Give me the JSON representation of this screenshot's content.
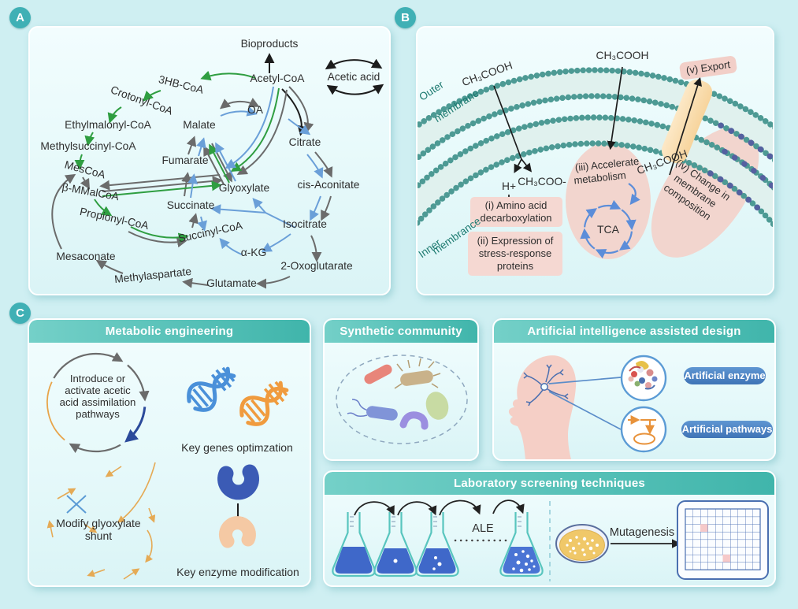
{
  "badges": {
    "a": "A",
    "b": "B",
    "c": "C"
  },
  "panel_a": {
    "nodes": {
      "bioproducts": "Bioproducts",
      "acetyl_coa": "Acetyl-CoA",
      "acetic_acid": "Acetic acid",
      "hb_coa": "3HB-CoA",
      "crotonyl_coa": "Crotonyl-CoA",
      "ethylmalonyl_coa": "Ethylmalonyl-CoA",
      "methylsuccinyl_coa": "Methylsuccinyl-CoA",
      "mescoa": "MesCoA",
      "b_mmalcoa": "β-MMalCoA",
      "propionyl_coa": "Propionyl-CoA",
      "mesaconate": "Mesaconate",
      "methylaspartate": "Methylaspartate",
      "glutamate": "Glutamate",
      "oxoglutarate": "2-Oxoglutarate",
      "akg": "α-KG",
      "succinyl_coa": "Succinyl-CoA",
      "succinate": "Succinate",
      "isocitrate": "Isocitrate",
      "cis_aconitate": "cis-Aconitate",
      "glyoxylate": "Glyoxylate",
      "citrate": "Citrate",
      "fumarate": "Fumarate",
      "malate": "Malate",
      "oa": "OA"
    },
    "colors": {
      "acetyl": "#c0392b",
      "acetic": "#7d3c98",
      "green": "#2f9e41",
      "blue": "#6a9fd8",
      "gray": "#6b6b6b"
    }
  },
  "panel_b": {
    "membrane": {
      "outer": [
        "Outer",
        "membrane"
      ],
      "inner": [
        "Inner",
        "membrance"
      ]
    },
    "acid": "CH₃COOH",
    "h_plus": "H+",
    "acetate": "CH₃COO-",
    "box_i": [
      "(i) Amino acid",
      "decarboxylation"
    ],
    "box_ii": [
      "(ii) Expression of",
      "stress-response",
      "proteins"
    ],
    "accelerate": [
      "(iii) Accelerate",
      "metabolism"
    ],
    "tca": "TCA",
    "change": [
      "(iv) Change in",
      "membrane",
      "composition"
    ],
    "export": "(v) Export"
  },
  "panel_c": {
    "metabolic": {
      "title": "Metabolic engineering",
      "cycle": [
        "Introduce or",
        "activate acetic",
        "acid assimilation",
        "pathways"
      ],
      "genes": "Key genes optimzation",
      "shunt": [
        "Modify glyoxylate",
        "shunt"
      ],
      "enzyme": "Key enzyme modification"
    },
    "community": {
      "title": "Synthetic community"
    },
    "ai": {
      "title": "Artificial intelligence assisted design",
      "pill_enzyme": "Artificial enzyme",
      "pill_pathways": "Artificial pathways"
    },
    "screening": {
      "title": "Laboratory screening techniques",
      "ale": "ALE",
      "mutagenesis": "Mutagenesis"
    }
  }
}
